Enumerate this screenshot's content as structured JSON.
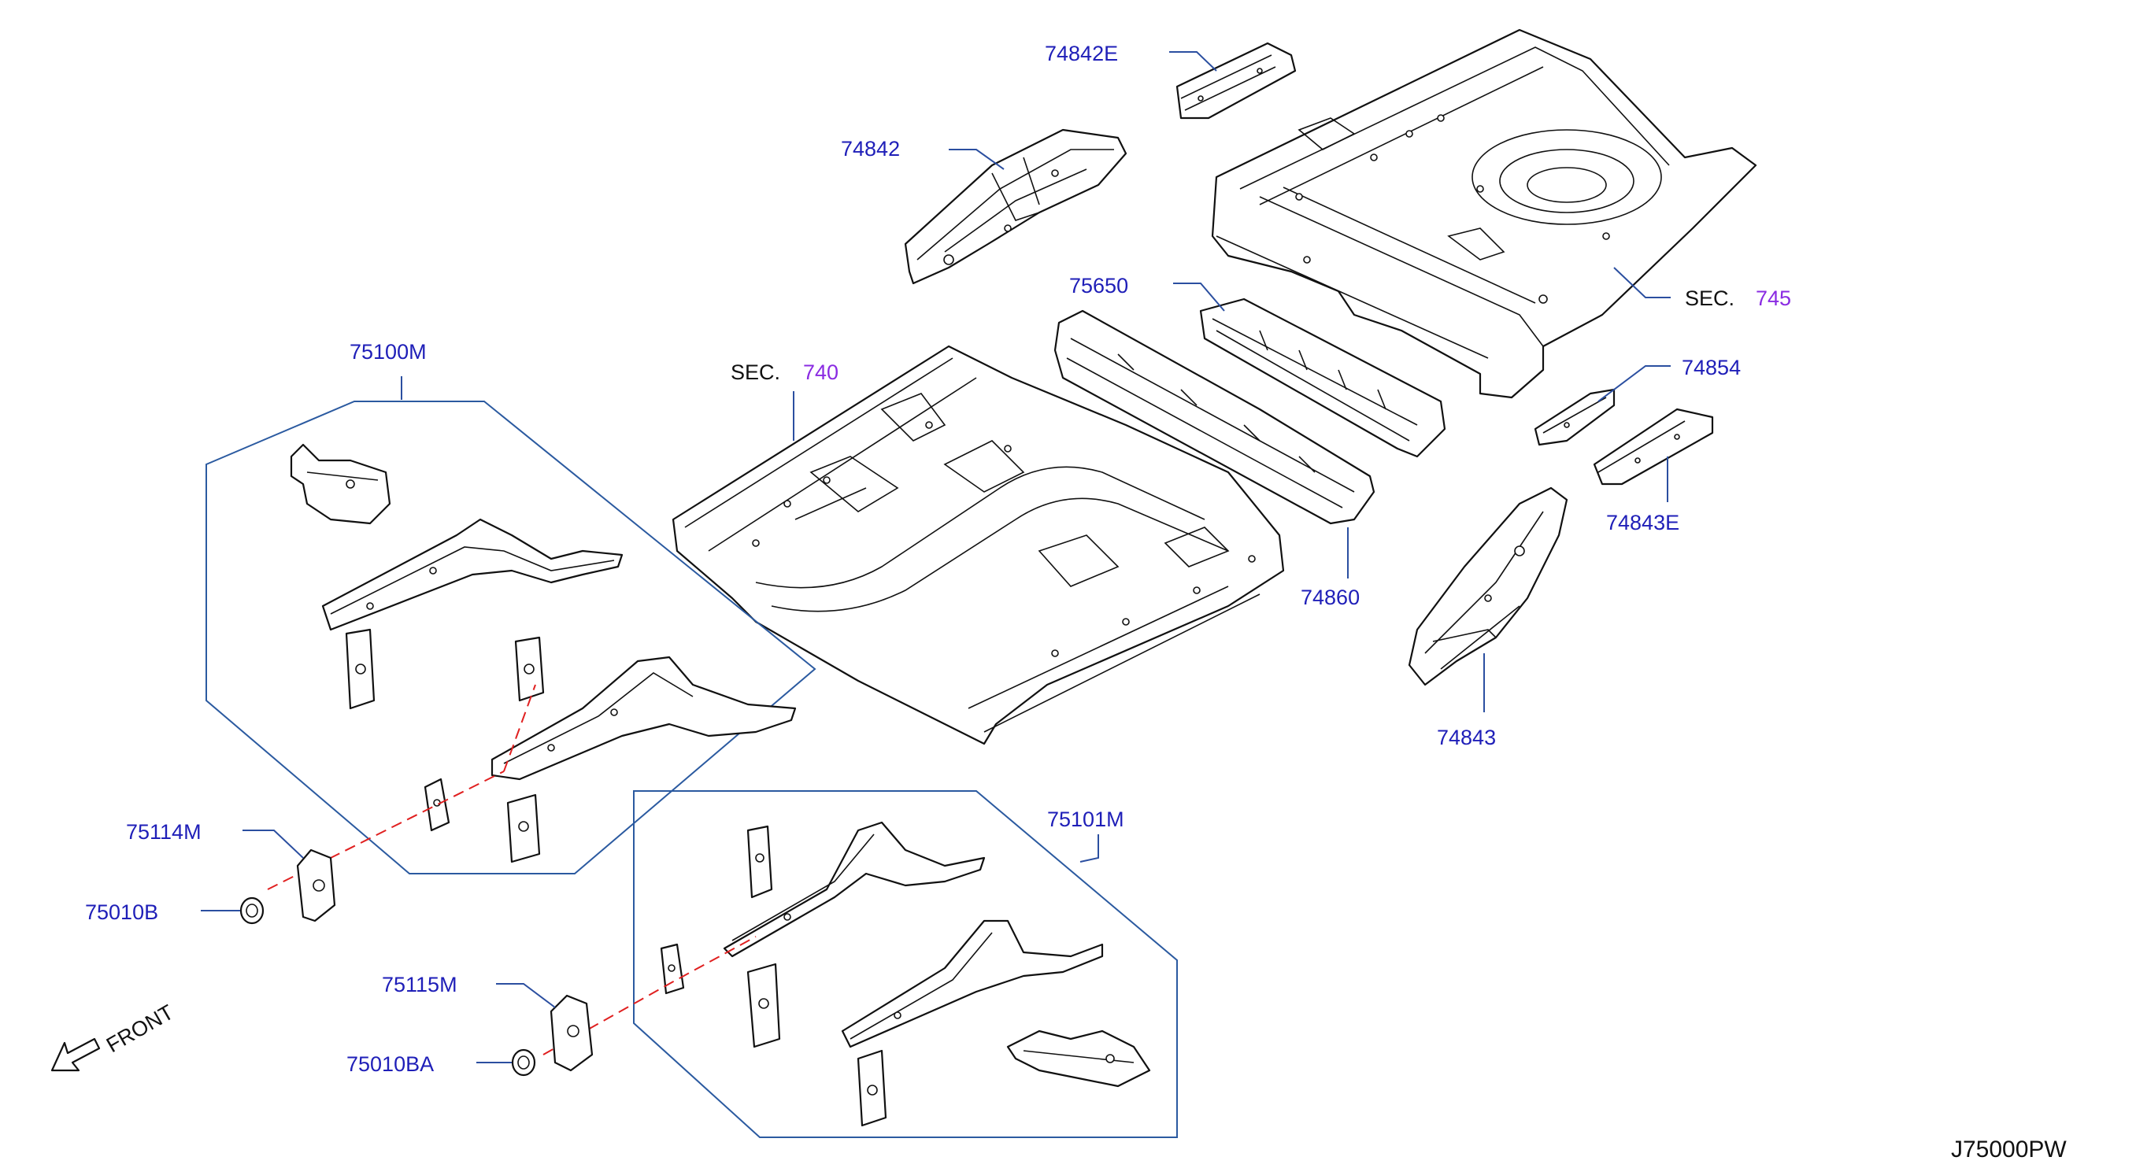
{
  "diagram_id": "J75000PW",
  "front_label": "FRONT",
  "sections": {
    "sec740": {
      "prefix": "SEC.",
      "number": "740"
    },
    "sec745": {
      "prefix": "SEC.",
      "number": "745"
    }
  },
  "part_labels": {
    "p74842E": "74842E",
    "p74842": "74842",
    "p75650": "75650",
    "p75100M": "75100M",
    "p74854": "74854",
    "p74843E": "74843E",
    "p74860": "74860",
    "p74843": "74843",
    "p75114M": "75114M",
    "p75010B": "75010B",
    "p75101M": "75101M",
    "p75115M": "75115M",
    "p75010BA": "75010BA"
  },
  "colors": {
    "label": "#1f1fb8",
    "section_number": "#8a2be2",
    "leader": "#2b4fa0",
    "dashed_axis": "#e02020",
    "line_art": "#111111"
  }
}
